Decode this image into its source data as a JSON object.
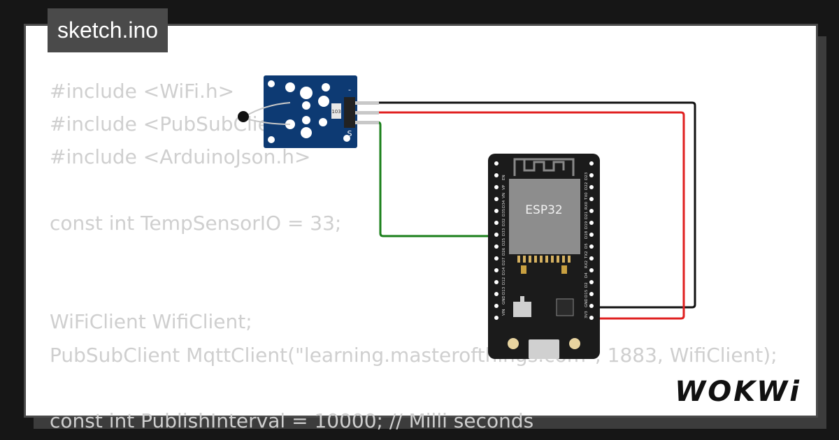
{
  "file_tab": {
    "label": "sketch.ino"
  },
  "code_lines": [
    "#include <WiFi.h>",
    "#include <PubSubClient.h>",
    "#include <ArduinoJson.h>",
    "",
    "const int TempSensorIO = 33;",
    "",
    "",
    "WiFiClient WifiClient;",
    "PubSubClient MqttClient(\"learning.masterofthings.com\", 1883, WifiClient);",
    "",
    "const int PublishInterval = 10000; // Milli seconds"
  ],
  "brand": {
    "logo": "WOKWi"
  },
  "sensor_module": {
    "pin_minus": "-",
    "pin_signal": "S",
    "resistor_label": "103"
  },
  "esp32": {
    "chip_label": "ESP32",
    "left_pins": [
      "EN",
      "VP",
      "VN",
      "D34",
      "D35",
      "D32",
      "D33",
      "D25",
      "D26",
      "D27",
      "D14",
      "D12",
      "D13",
      "GND",
      "VIN"
    ],
    "right_pins": [
      "D23",
      "D22",
      "TX0",
      "RX0",
      "D21",
      "D19",
      "D18",
      "D5",
      "TX2",
      "RX2",
      "D4",
      "D2",
      "D15",
      "GND",
      "3V3"
    ]
  },
  "colors": {
    "wire_black": "#111111",
    "wire_red": "#e02020",
    "wire_green": "#1a7f1a",
    "board": "#1b1b1b",
    "module": "#0d3a73"
  }
}
